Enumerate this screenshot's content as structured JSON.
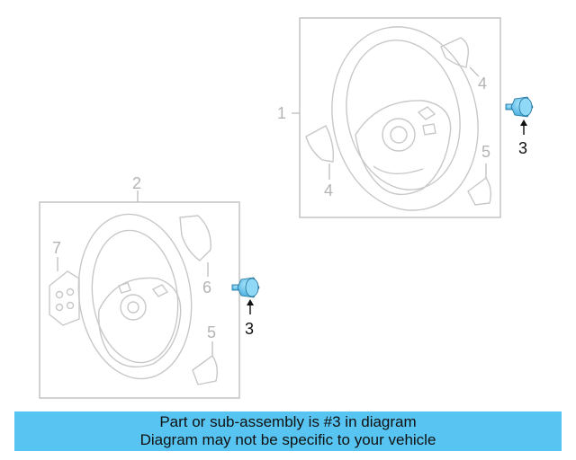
{
  "callouts": {
    "top_assembly": "1",
    "bottom_assembly": "2",
    "bolt": "3",
    "cover_top_right": "4",
    "cover_top_left": "4",
    "cover_small": "5",
    "cover_bottom_small": "5",
    "cover_bottom_right": "6",
    "switch": "7"
  },
  "highlight_color": "#57c4f1",
  "banner": {
    "line1": "Part or sub-assembly is #3 in diagram",
    "line2": "Diagram may not be specific to your vehicle"
  }
}
